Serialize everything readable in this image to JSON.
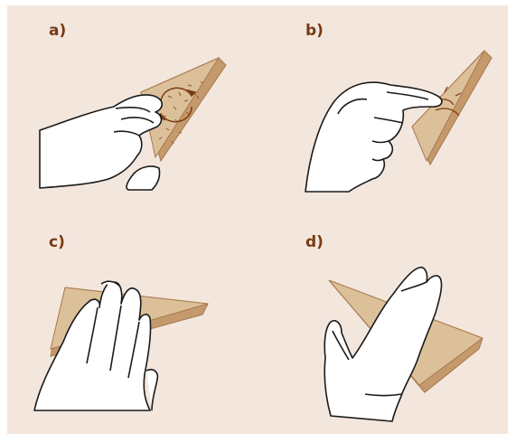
{
  "panels": [
    {
      "id": "a",
      "label": "a)"
    },
    {
      "id": "b",
      "label": "b)"
    },
    {
      "id": "c",
      "label": "c)"
    },
    {
      "id": "d",
      "label": "d)"
    }
  ],
  "colors": {
    "background": "#f3e6dd",
    "label": "#7a3a14",
    "wood_face": "#dcc09a",
    "wood_edge": "#c49a6c",
    "wood_outline": "#a8784c",
    "hand_fill": "#ffffff",
    "hand_line": "#1a1a1a",
    "arrow": "#7a3a14"
  },
  "icons": {
    "a": "hand-rubbing-sandpaper-on-triangle",
    "b": "finger-feeling-triangle-surface",
    "c": "hand-pressing-triangle-flat",
    "d": "triangle-tilted-on-palm"
  }
}
